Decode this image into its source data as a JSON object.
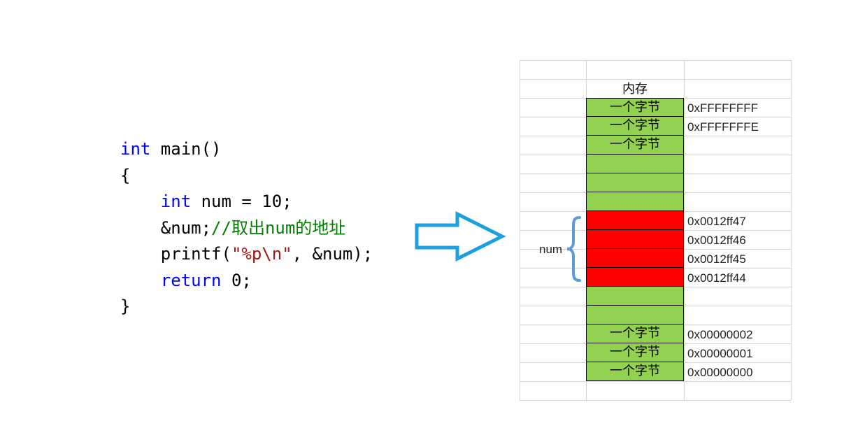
{
  "code": {
    "line1": {
      "kw": "int",
      "rest": " main()"
    },
    "line2": "{",
    "line3": {
      "indent": "    ",
      "kw": "int",
      "rest": " num = 10;"
    },
    "line4": {
      "indent": "    ",
      "rest": "&num;",
      "comment": "//取出num的地址"
    },
    "line5": {
      "indent": "    ",
      "pre": "printf(",
      "str": "\"%p\\n\"",
      "post": ", &num);"
    },
    "line6": {
      "indent": "    ",
      "kw": "return",
      "rest": " 0;"
    },
    "line7": "}"
  },
  "memory": {
    "header": "内存",
    "byte_label": "一个字节",
    "variable_label": "num",
    "top_addresses": [
      "0xFFFFFFFF",
      "0xFFFFFFFE"
    ],
    "num_addresses": [
      "0x0012ff47",
      "0x0012ff46",
      "0x0012ff45",
      "0x0012ff44"
    ],
    "bottom_addresses": [
      "0x00000002",
      "0x00000001",
      "0x00000000"
    ]
  },
  "colors": {
    "green": "#92d050",
    "red": "#ff0000",
    "arrow": "#1e9fe0",
    "brace": "#5b9bd5"
  }
}
